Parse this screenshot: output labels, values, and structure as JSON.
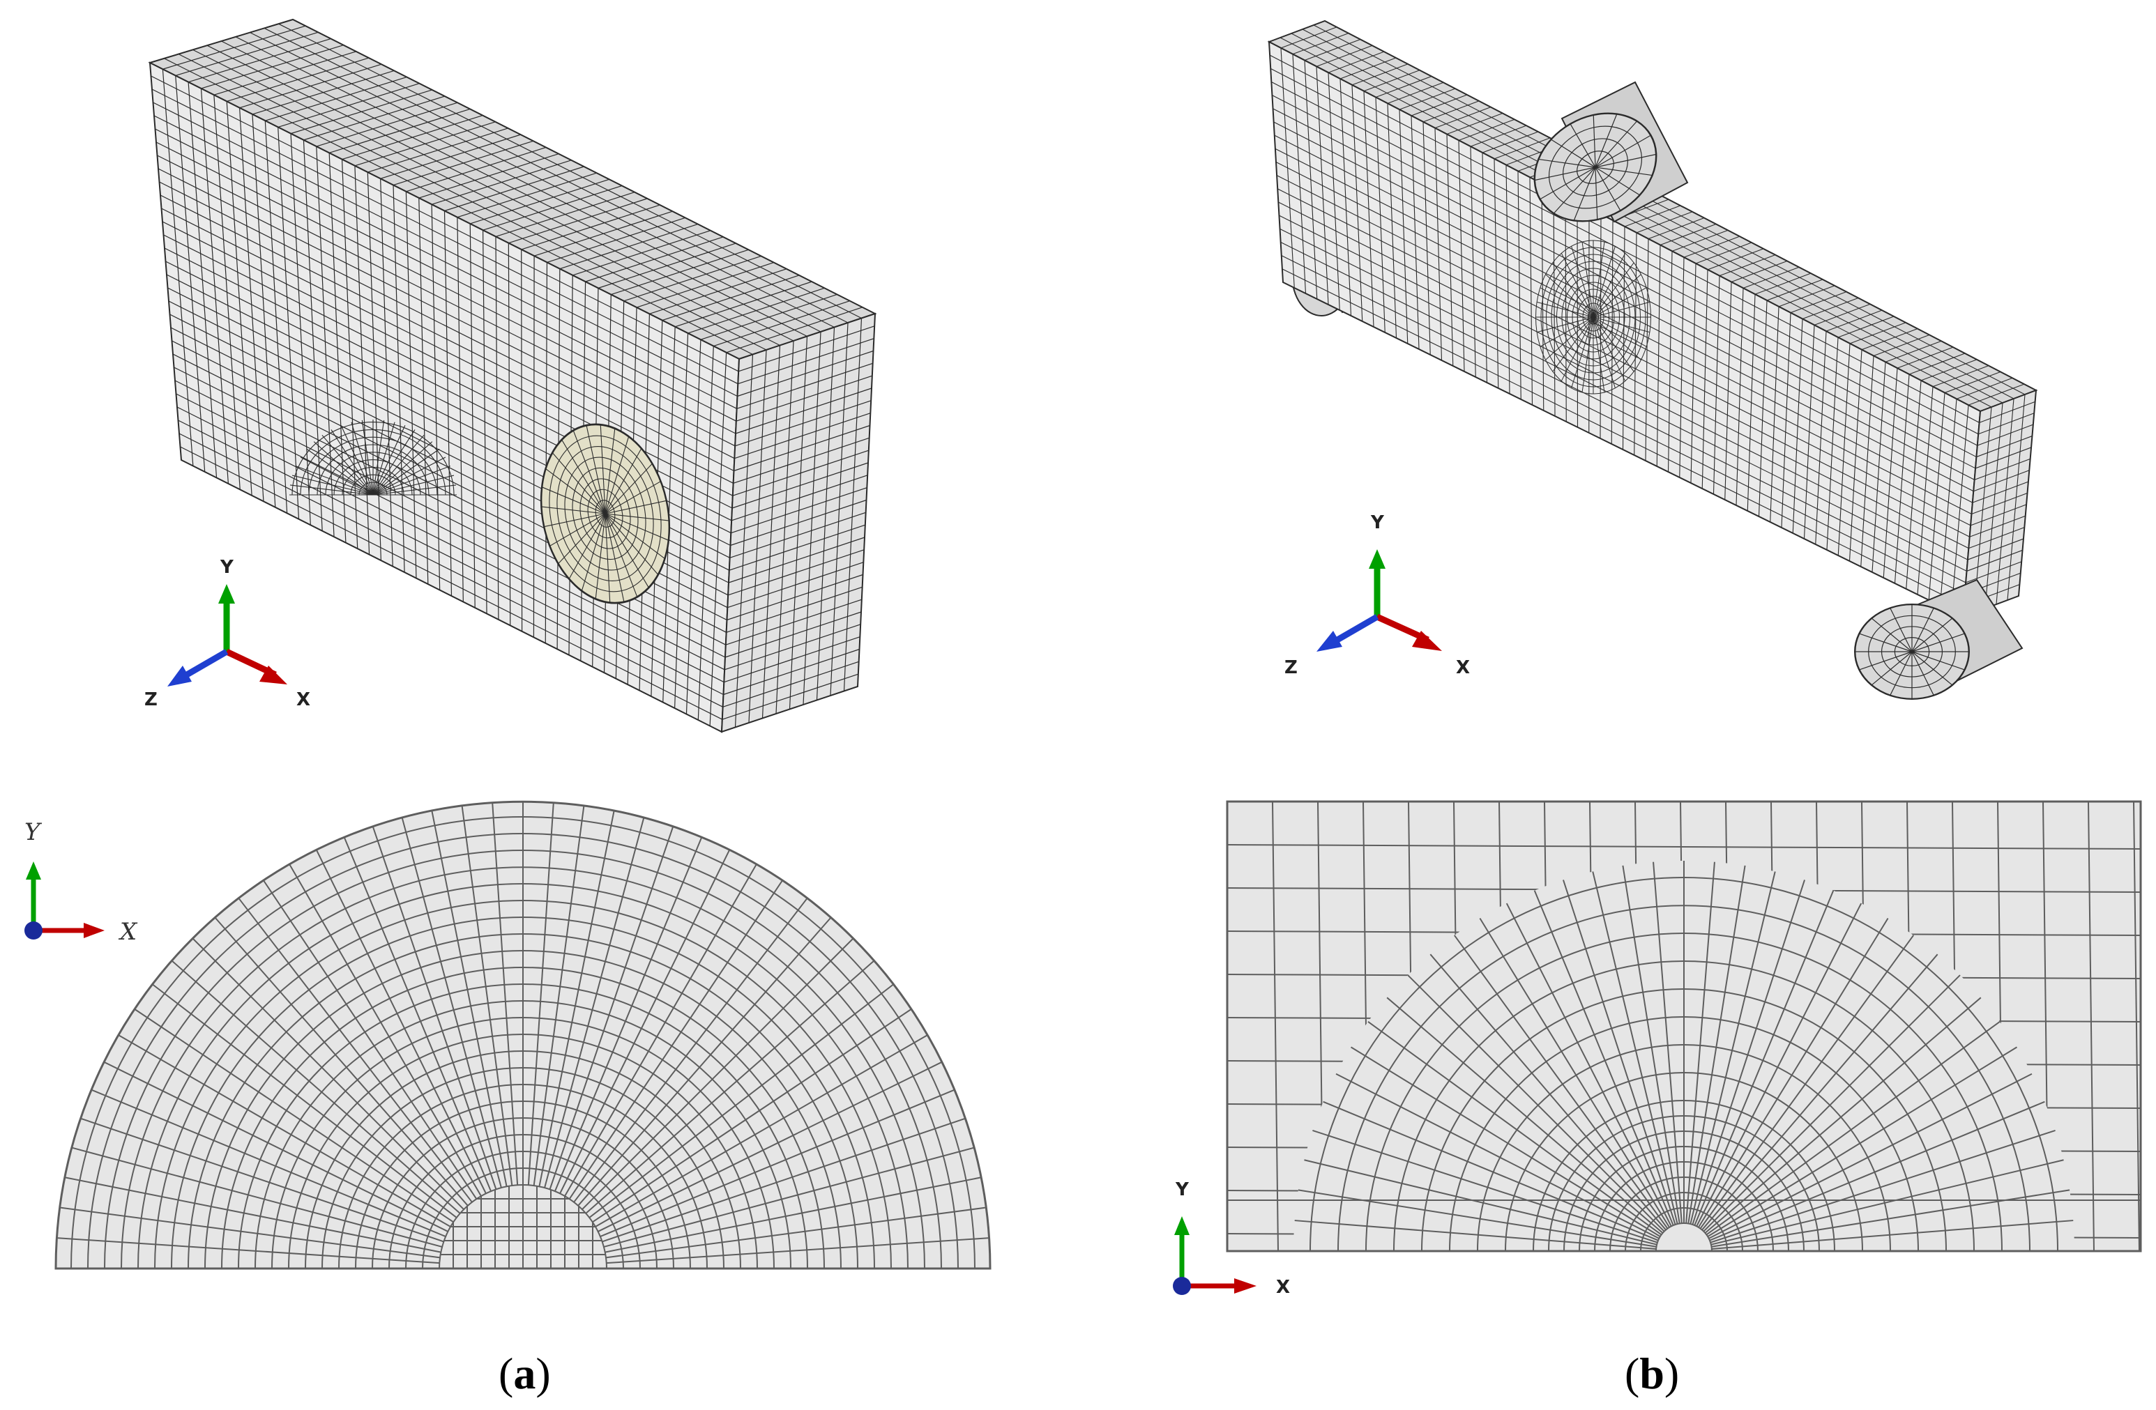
{
  "captions": {
    "a": "a",
    "b": "b"
  },
  "triad_labels": {
    "x": "X",
    "y": "Y",
    "z": "Z"
  },
  "colors": {
    "mesh_fill": "#e8e8e8",
    "mesh_line": "#2b2b2b",
    "mesh_line_2d": "#5e5e5e",
    "insert_fill": "#e3e0c8",
    "x_axis": "#c00000",
    "y_axis": "#00a000",
    "z_axis": "#1f3fd0",
    "origin": "#1a2a9a"
  }
}
